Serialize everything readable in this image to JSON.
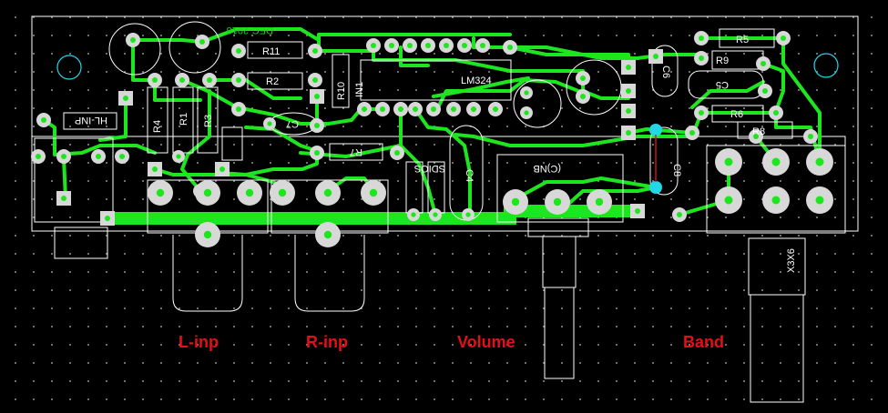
{
  "board_title": "DEC-2018",
  "component_labels": {
    "r11": "R11",
    "r2": "R2",
    "r10": "R10",
    "in1": "IN1",
    "lm324": "LM324",
    "r4": "R4",
    "r1": "R1",
    "r3": "R3",
    "c7": "C7",
    "r7": "R7",
    "r5": "R5",
    "r9": "R9",
    "r6": "R6",
    "r8": "R8",
    "c5": "C5",
    "c6": "C6",
    "c8": "C8",
    "c4": "C4",
    "hl_inp": "HL-INP",
    "sdiodes": "SDIOS",
    "vol_pot": "(C)NB",
    "band_switch": "X3X6"
  },
  "callouts": {
    "l_inp": "L-inp",
    "r_inp": "R-inp",
    "volume": "Volume",
    "band": "Band"
  },
  "colors": {
    "background": "#000000",
    "copper": "#1ee61e",
    "silkscreen": "#ffffff",
    "pads": "#d8d8d8",
    "via": "#22d8e8",
    "callout": "#e3101a",
    "jumper": "#d01818"
  }
}
